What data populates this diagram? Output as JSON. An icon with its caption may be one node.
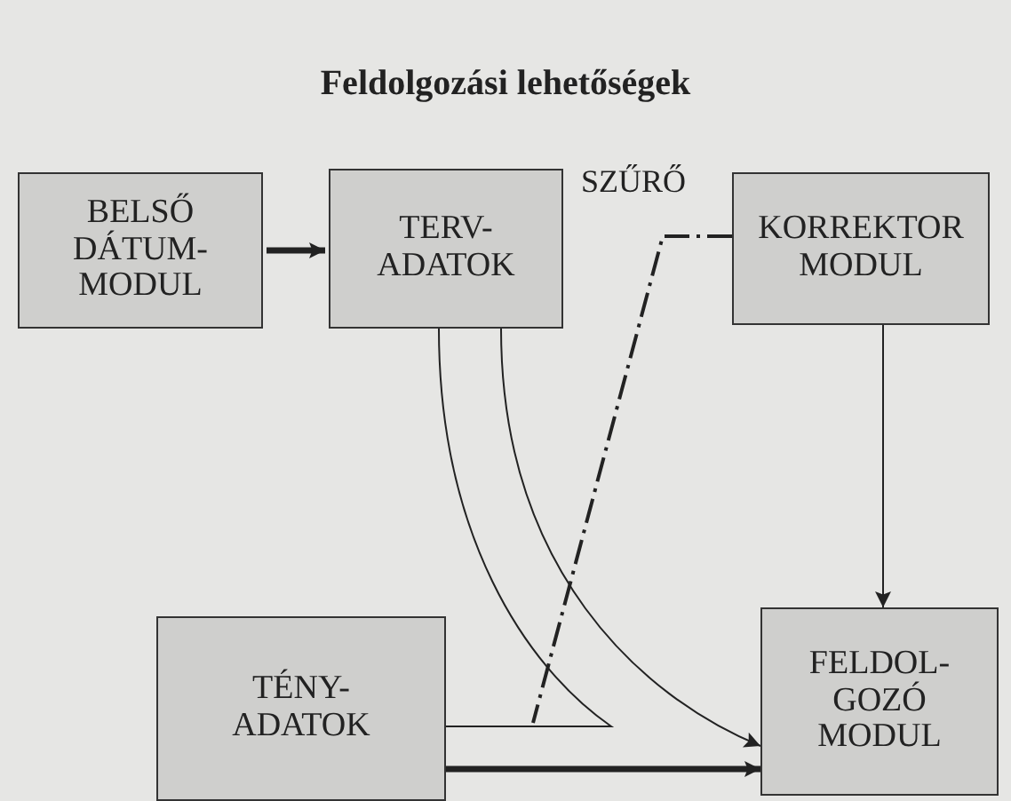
{
  "diagram": {
    "title": "Feldolgozási lehetőségek",
    "nodes": [
      {
        "text": [
          "BELSŐ DÁTUM-MODUL"
        ]
      },
      {
        "text": [
          "TERV-ADATOK"
        ]
      },
      {
        "text": [
          "KORREKTOR MODUL"
        ]
      },
      {
        "text": [
          "TÉNY-ADATOK"
        ]
      },
      {
        "text": [
          "FELDOL-GOZÓ MODUL"
        ]
      }
    ],
    "edges": [
      {
        "from": 0,
        "to": 1,
        "arrow": "to",
        "style": "thick"
      },
      {
        "from": 2,
        "to": 4,
        "arrow": "to"
      },
      {
        "from": 1,
        "to": 3,
        "arrow": "none"
      },
      {
        "from": 1,
        "to": 4,
        "arrow": "to"
      },
      {
        "from": 2,
        "to": null,
        "arrow": "none",
        "style": "dashed"
      },
      {
        "from": 3,
        "to": 4,
        "arrow": "to",
        "style": "thick"
      }
    ],
    "labels": [
      "SZŰRŐ"
    ]
  }
}
